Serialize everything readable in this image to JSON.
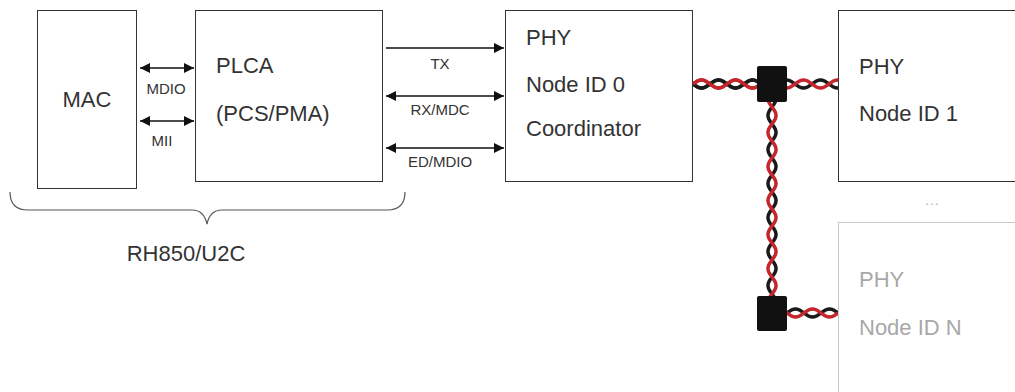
{
  "diagram": {
    "nodes": [
      {
        "text": [
          "MAC"
        ]
      },
      {
        "text": [
          "PLCA",
          "(PCS/PMA)"
        ]
      },
      {
        "text": [
          "PHY",
          "Node ID 0",
          "Coordinator"
        ]
      },
      {
        "text": [
          "PHY",
          "Node ID 1"
        ]
      },
      {
        "text": [
          "PHY",
          "Node ID N"
        ]
      }
    ],
    "edges": [
      {
        "from": 0,
        "to": 1,
        "arrow": "both",
        "label": "MDIO"
      },
      {
        "from": 0,
        "to": 1,
        "arrow": "both",
        "label": "MII"
      },
      {
        "from": 1,
        "to": 2,
        "arrow": "to",
        "label": "TX"
      },
      {
        "from": 1,
        "to": 2,
        "arrow": "both",
        "label": "RX/MDC"
      },
      {
        "from": 1,
        "to": 2,
        "arrow": "both",
        "label": "ED/MDIO"
      },
      {
        "from": 2,
        "to": 3,
        "arrow": "none"
      },
      {
        "from": 2,
        "to": 4,
        "arrow": "none"
      }
    ],
    "labels": [
      "RH850/U2C",
      "…"
    ]
  }
}
